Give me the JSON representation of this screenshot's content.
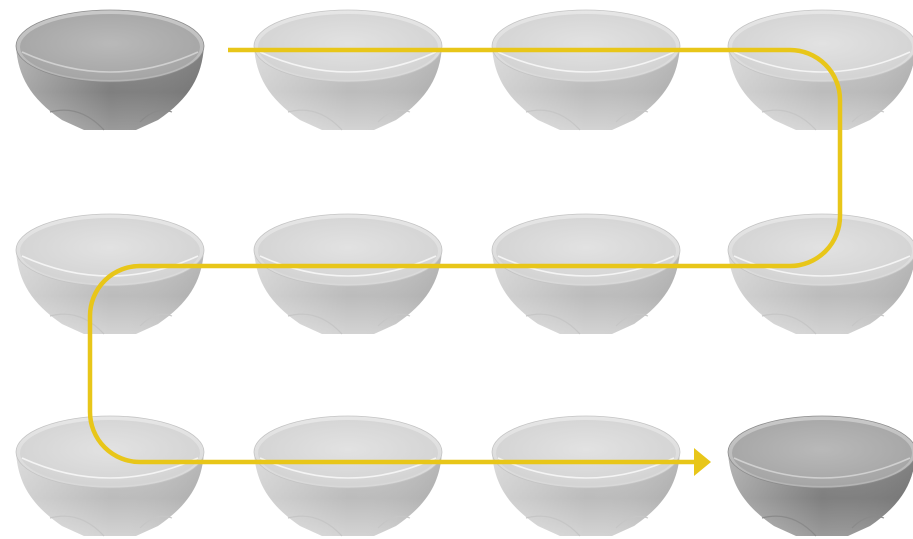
{
  "diagram": {
    "grid": {
      "rows": 3,
      "columns": 4
    },
    "bowls": [
      {
        "id": "bowl-1",
        "row": 1,
        "col": 1,
        "tone": "dark"
      },
      {
        "id": "bowl-2",
        "row": 1,
        "col": 2,
        "tone": "light"
      },
      {
        "id": "bowl-3",
        "row": 1,
        "col": 3,
        "tone": "light"
      },
      {
        "id": "bowl-4",
        "row": 1,
        "col": 4,
        "tone": "light"
      },
      {
        "id": "bowl-5",
        "row": 2,
        "col": 1,
        "tone": "light"
      },
      {
        "id": "bowl-6",
        "row": 2,
        "col": 2,
        "tone": "light"
      },
      {
        "id": "bowl-7",
        "row": 2,
        "col": 3,
        "tone": "light"
      },
      {
        "id": "bowl-8",
        "row": 2,
        "col": 4,
        "tone": "light"
      },
      {
        "id": "bowl-9",
        "row": 3,
        "col": 1,
        "tone": "light"
      },
      {
        "id": "bowl-10",
        "row": 3,
        "col": 2,
        "tone": "light"
      },
      {
        "id": "bowl-11",
        "row": 3,
        "col": 3,
        "tone": "light"
      },
      {
        "id": "bowl-12",
        "row": 3,
        "col": 4,
        "tone": "dark"
      }
    ],
    "path": {
      "description_order": [
        "bowl-1",
        "bowl-4",
        "bowl-8",
        "bowl-5",
        "bowl-9",
        "bowl-12"
      ],
      "color": "#e8c619"
    },
    "colors": {
      "background": "#ffffff",
      "bowl_light": "#cfcfcf",
      "bowl_dark": "#9a9a9a"
    }
  }
}
